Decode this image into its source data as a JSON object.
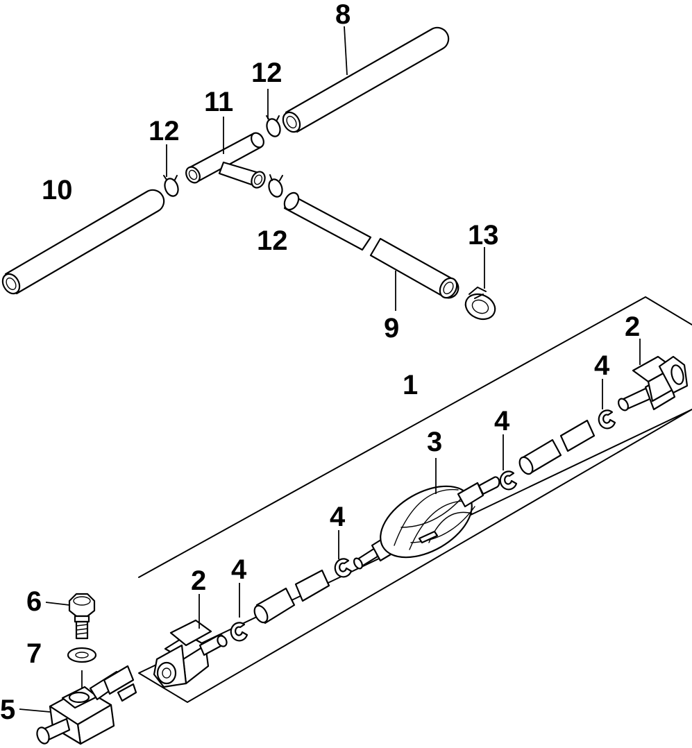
{
  "diagram": {
    "callouts": {
      "c1": "1",
      "c2a": "2",
      "c2b": "2",
      "c3": "3",
      "c4a": "4",
      "c4b": "4",
      "c4c": "4",
      "c4d": "4",
      "c5": "5",
      "c6": "6",
      "c7": "7",
      "c8": "8",
      "c9": "9",
      "c10": "10",
      "c11": "11",
      "c12a": "12",
      "c12b": "12",
      "c12c": "12",
      "c13": "13"
    },
    "colors": {
      "line": "#000000",
      "background": "#ffffff"
    }
  }
}
